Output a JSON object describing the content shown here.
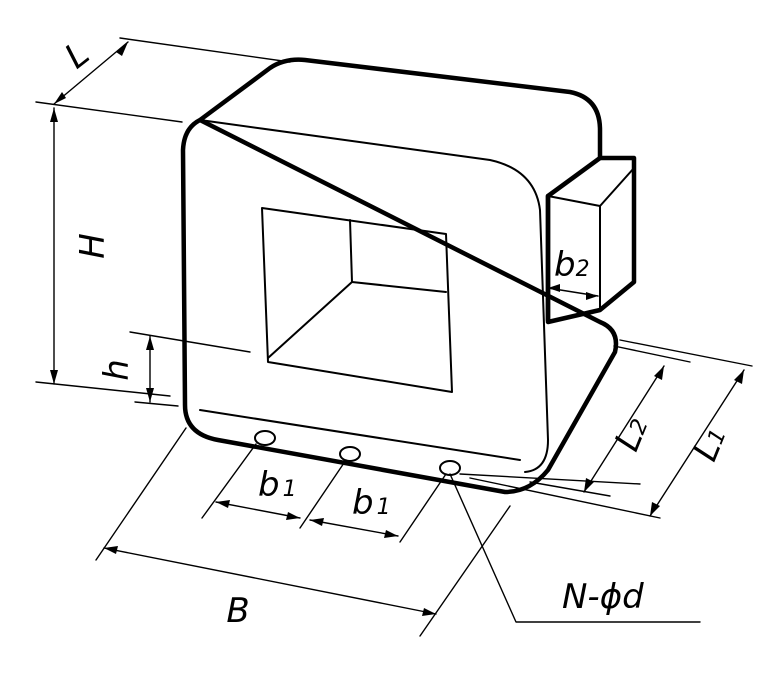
{
  "labels": {
    "L": "L",
    "H": "H",
    "h": "h",
    "b2_main": "b",
    "b2_sub": "2",
    "L2_main": "L",
    "L2_sub": "2",
    "L1_main": "L",
    "L1_sub": "1",
    "b1_main_a": "b",
    "b1_sub_a": "1",
    "b1_main_b": "b",
    "b1_sub_b": "1",
    "B": "B",
    "holes": "N-ϕd"
  }
}
